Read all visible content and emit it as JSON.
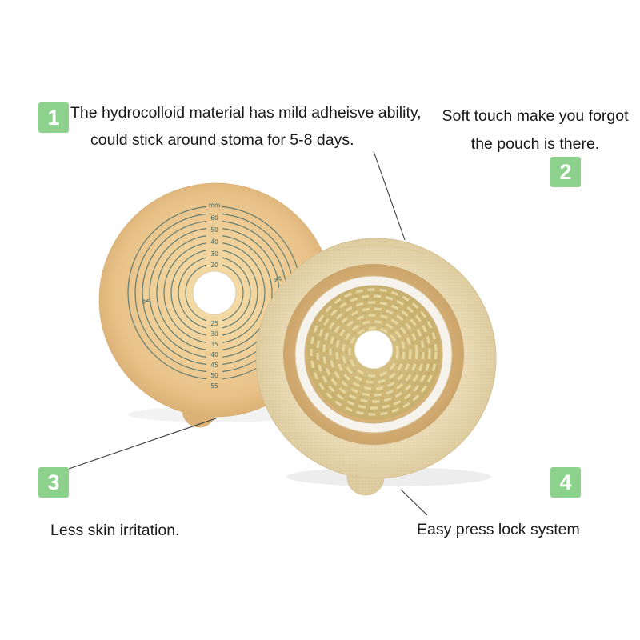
{
  "page": {
    "background_color": "#ffffff"
  },
  "colors": {
    "badge_green": "#8cd28c",
    "ring_print_teal": "#4a6f6a",
    "skin_tone_disc": "#efce97",
    "fabric_beige": "#e8d9b3",
    "lock_ring_white": "#f5f3ec"
  },
  "callouts": {
    "one": {
      "number": "1",
      "line1": "The hydrocolloid material has mild adheisve ability,",
      "line2": "could stick around stoma for 5-8 days."
    },
    "two": {
      "number": "2",
      "line1": "Soft touch make you forgot",
      "line2": "the pouch is there."
    },
    "three": {
      "number": "3",
      "text": "Less skin irritation."
    },
    "four": {
      "number": "4",
      "text": "Easy press lock system"
    }
  },
  "left_baseplate": {
    "unit_label": "mm",
    "top_ring_labels": [
      "60",
      "50",
      "40",
      "30",
      "20"
    ],
    "bottom_ring_labels": [
      "25",
      "30",
      "35",
      "40",
      "45",
      "50",
      "55"
    ],
    "scissors_icon": "✂"
  }
}
